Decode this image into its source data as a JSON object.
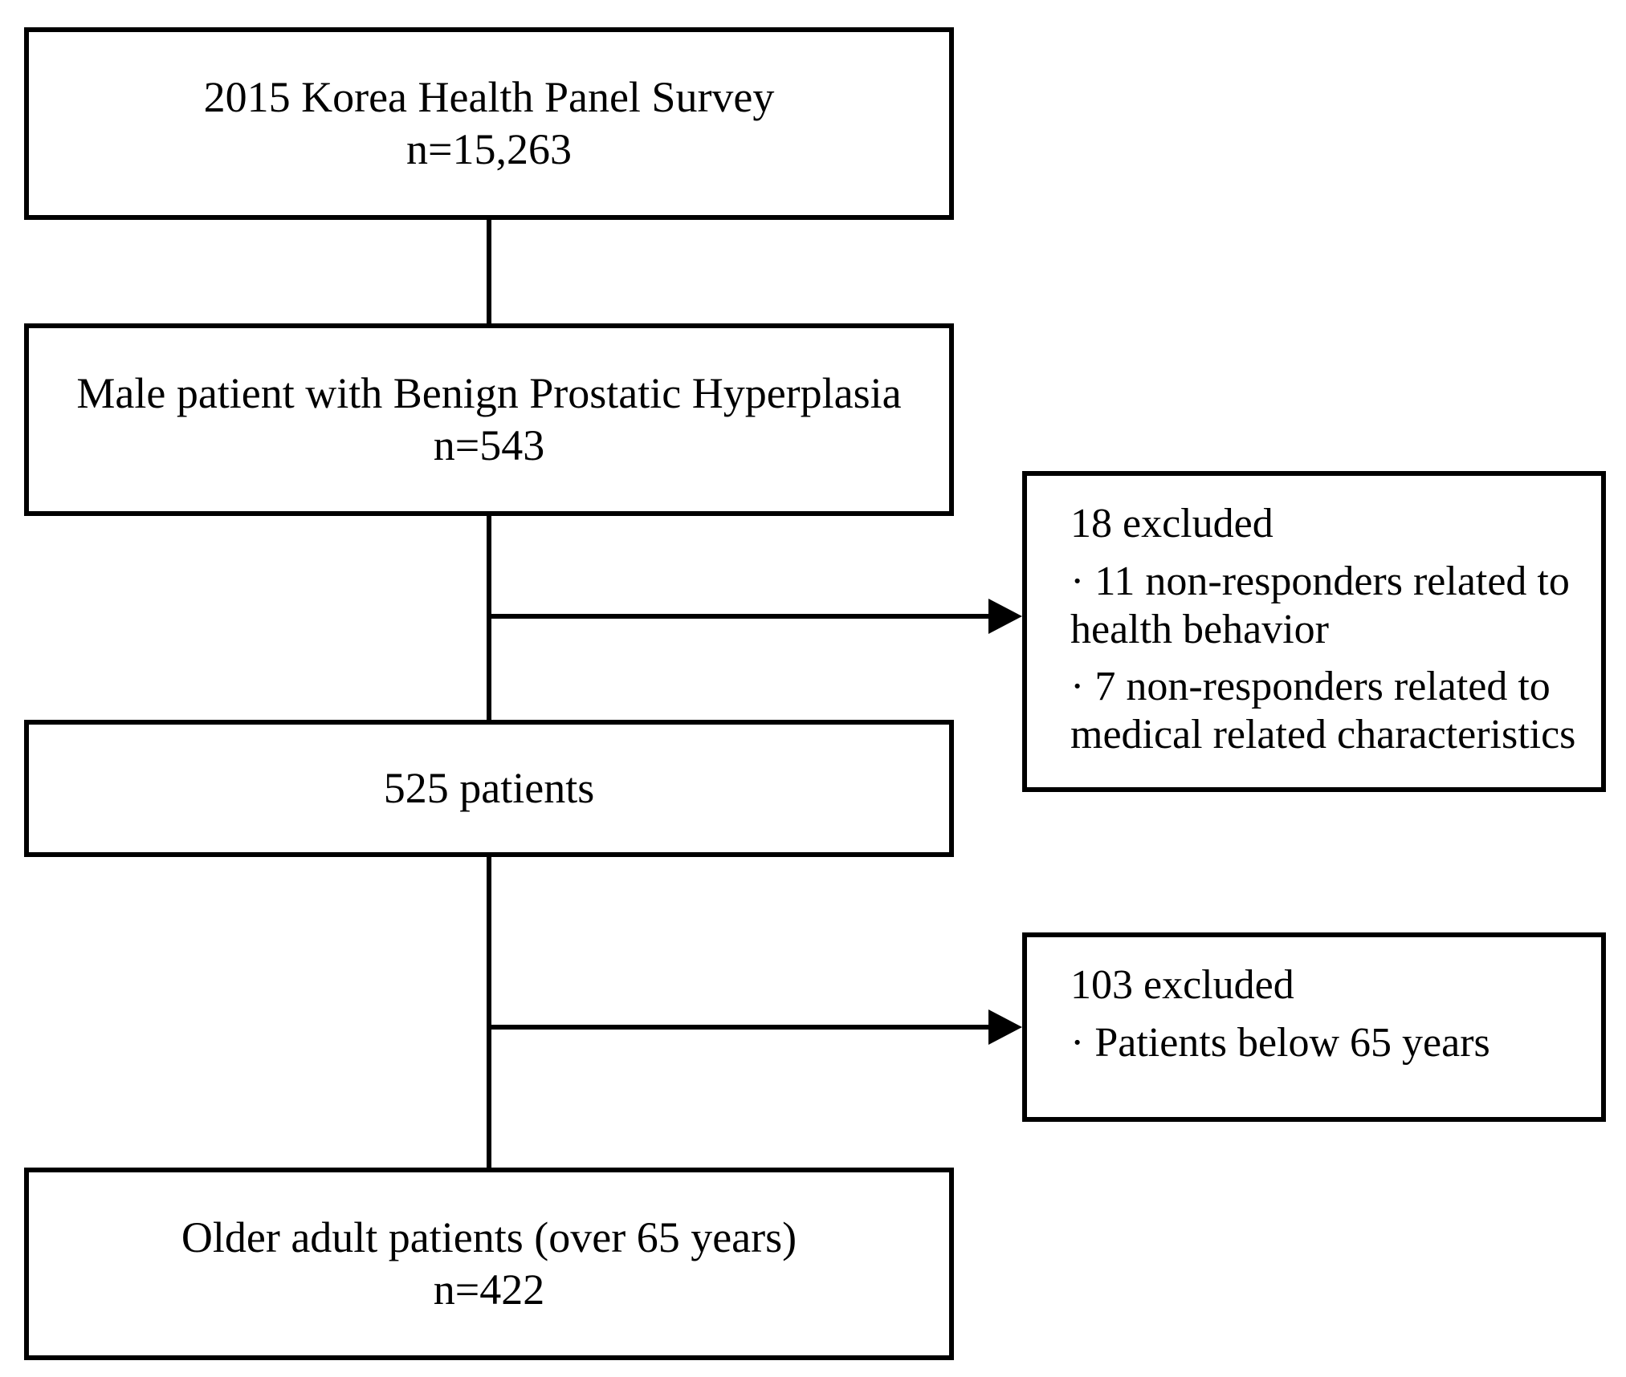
{
  "flowchart": {
    "colors": {
      "line": "#000000",
      "text": "#000000",
      "background": "#ffffff"
    },
    "main_boxes": [
      {
        "id": "survey",
        "lines": [
          "2015 Korea Health Panel Survey",
          "n=15,263"
        ]
      },
      {
        "id": "bph",
        "lines": [
          "Male patient with Benign Prostatic Hyperplasia",
          "n=543"
        ]
      },
      {
        "id": "patients-525",
        "lines": [
          "525 patients"
        ]
      },
      {
        "id": "older-adults",
        "lines": [
          "Older adult patients (over 65 years)",
          "n=422"
        ]
      }
    ],
    "exclusion_boxes": [
      {
        "id": "excluded-18",
        "title": "18 excluded",
        "items": [
          "· 11 non-responders related to health behavior",
          "· 7 non-responders related to medical related characteristics"
        ]
      },
      {
        "id": "excluded-103",
        "title": "103 excluded",
        "items": [
          "· Patients below 65 years"
        ]
      }
    ]
  }
}
